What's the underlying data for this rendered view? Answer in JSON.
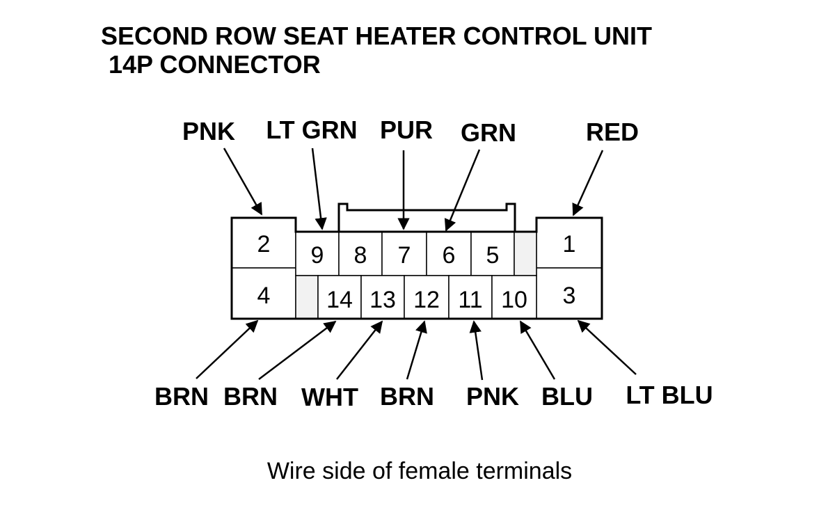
{
  "title": {
    "line1": "SECOND ROW SEAT HEATER CONTROL UNIT",
    "line2": "14P CONNECTOR"
  },
  "caption": "Wire side of female terminals",
  "pins": {
    "p1": "1",
    "p2": "2",
    "p3": "3",
    "p4": "4",
    "p5": "5",
    "p6": "6",
    "p7": "7",
    "p8": "8",
    "p9": "9",
    "p10": "10",
    "p11": "11",
    "p12": "12",
    "p13": "13",
    "p14": "14"
  },
  "wires_top": {
    "pin2": "PNK",
    "pin9": "LT GRN",
    "pin7": "PUR",
    "pin6": "GRN",
    "pin1": "RED"
  },
  "wires_bottom": {
    "pin4": "BRN",
    "pin14": "BRN",
    "pin13": "WHT",
    "pin12": "BRN",
    "pin11": "PNK",
    "pin10": "BLU",
    "pin3": "LT BLU"
  }
}
